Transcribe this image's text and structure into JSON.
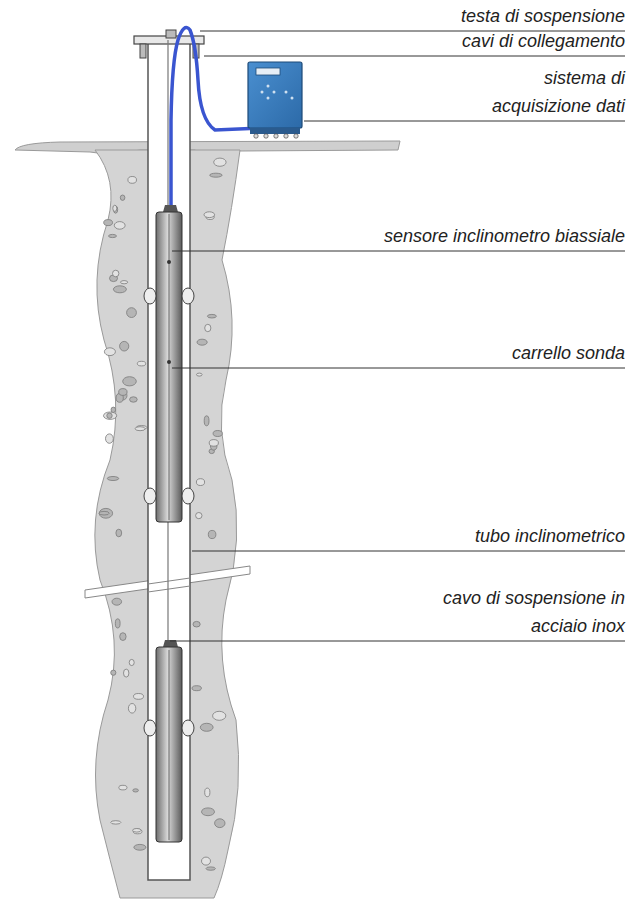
{
  "diagram": {
    "labels": [
      "testa di sospensione",
      "cavi di collegamento",
      "sistema di acquisizione dati",
      "sensore inclinometro biassiale",
      "carrello sonda",
      "tubo inclinometrico",
      "cavo di sospensione in acciaio inox"
    ]
  }
}
